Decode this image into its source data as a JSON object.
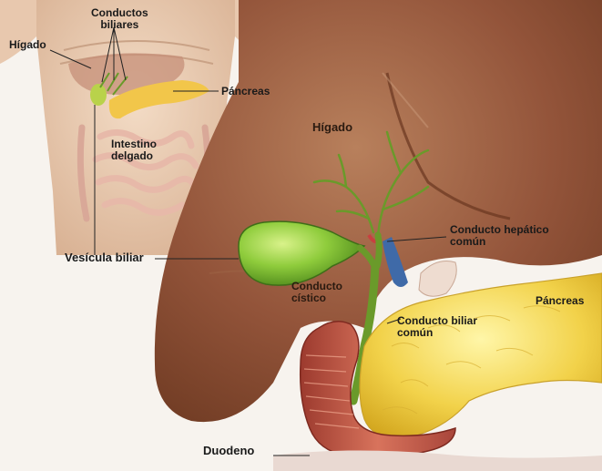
{
  "inset_labels": {
    "hepatic_ducts": "Conductos biliares",
    "hepatic_ducts_line1": "Conductos",
    "hepatic_ducts_line2": "biliares",
    "liver": "Hígado",
    "pancreas": "Páncreas",
    "small_intestine_line1": "Intestino",
    "small_intestine_line2": "delgado"
  },
  "main_labels": {
    "liver": "Hígado",
    "common_hepatic_duct_line1": "Conducto hepático",
    "common_hepatic_duct_line2": "común",
    "gallbladder": "Vesícula biliar",
    "pancreas": "Páncreas",
    "cystic_duct_line1": "Conducto",
    "cystic_duct_line2": "cístico",
    "common_bile_duct_line1": "Conducto biliar",
    "common_bile_duct_line2": "común",
    "duodenum": "Duodeno"
  },
  "colors": {
    "liver": "#8a4a2c",
    "liver_light": "#b57a58",
    "gallbladder": "#7cc43c",
    "duct": "#6a9a2a",
    "pancreas": "#f2d24a",
    "duodenum": "#c85a4a",
    "skin": "#e8c8ae"
  }
}
